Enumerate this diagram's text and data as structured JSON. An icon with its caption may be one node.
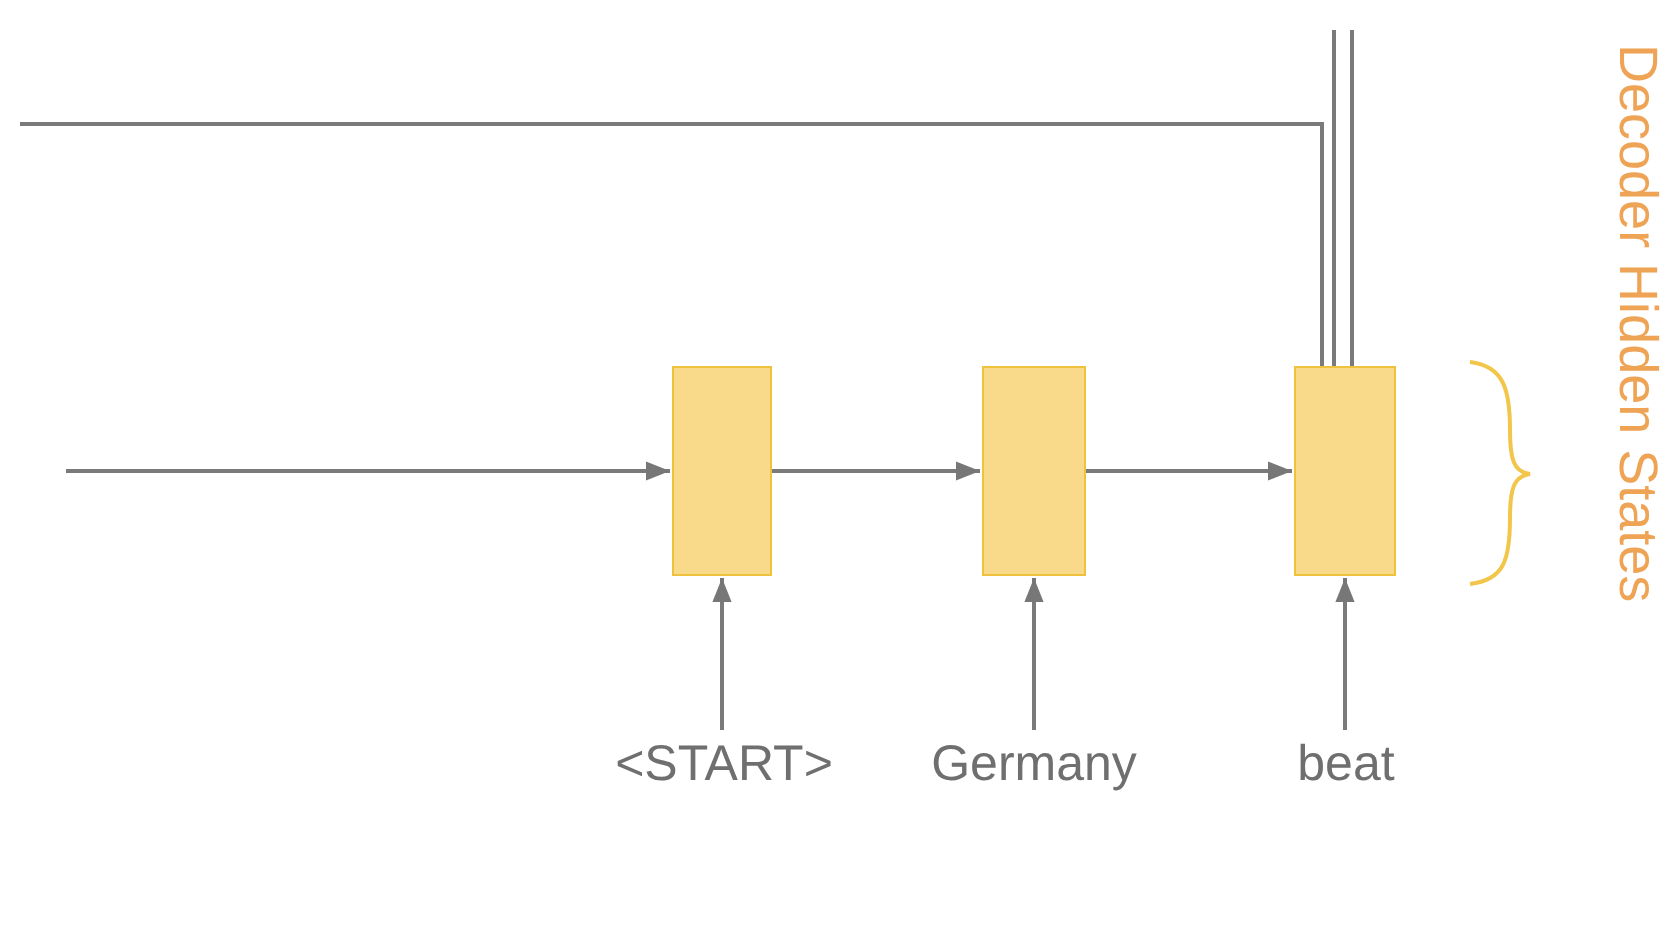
{
  "diagram": {
    "nodes": [
      {
        "text": [],
        "shape": "box"
      },
      {
        "text": [],
        "shape": "box"
      },
      {
        "text": [],
        "shape": "box"
      },
      {
        "text": [
          "<START>"
        ]
      },
      {
        "text": [
          "Germany"
        ]
      },
      {
        "text": [
          "beat"
        ]
      }
    ],
    "edges": [
      {
        "from": null,
        "to": 0,
        "arrow": "to"
      },
      {
        "from": 0,
        "to": 1,
        "arrow": "to"
      },
      {
        "from": 1,
        "to": 2,
        "arrow": "to"
      },
      {
        "from": 3,
        "to": 0,
        "arrow": "to"
      },
      {
        "from": 4,
        "to": 1,
        "arrow": "to"
      },
      {
        "from": 5,
        "to": 2,
        "arrow": "to"
      },
      {
        "from": null,
        "to": 2,
        "arrow": "none"
      },
      {
        "from": null,
        "to": 2,
        "arrow": "none"
      },
      {
        "from": null,
        "to": 2,
        "arrow": "none"
      }
    ],
    "labels": [
      "Decoder Hidden States"
    ]
  }
}
